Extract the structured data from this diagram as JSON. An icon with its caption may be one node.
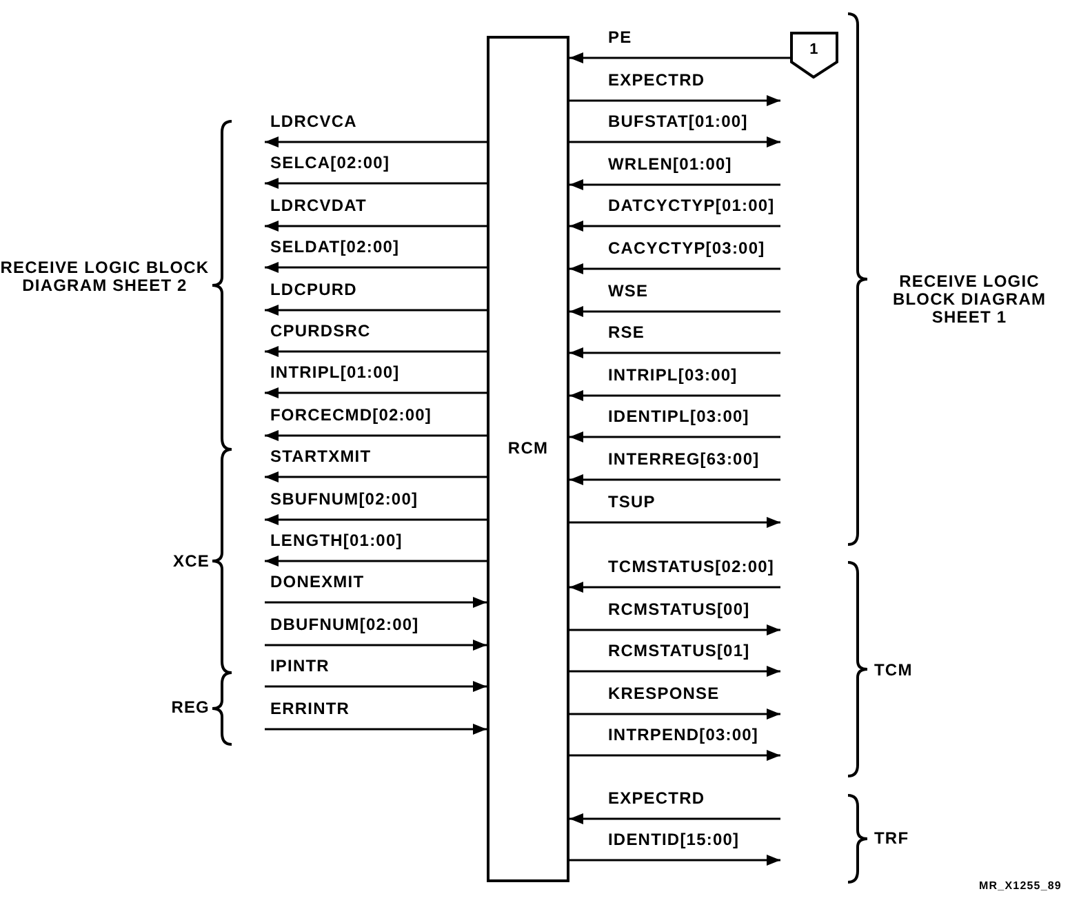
{
  "diagram": {
    "nodes": [
      {
        "text": [
          "RCM"
        ]
      },
      {
        "text": [
          "1"
        ]
      }
    ],
    "edges": [
      {
        "from": 0,
        "to": null,
        "arrow": "to",
        "label": "LDRCVCA"
      },
      {
        "from": 0,
        "to": null,
        "arrow": "to",
        "label": "SELCA[02:00]"
      },
      {
        "from": 0,
        "to": null,
        "arrow": "to",
        "label": "LDRCVDAT"
      },
      {
        "from": 0,
        "to": null,
        "arrow": "to",
        "label": "SELDAT[02:00]"
      },
      {
        "from": 0,
        "to": null,
        "arrow": "to",
        "label": "LDCPURD"
      },
      {
        "from": 0,
        "to": null,
        "arrow": "to",
        "label": "CPURDSRC"
      },
      {
        "from": 0,
        "to": null,
        "arrow": "to",
        "label": "INTRIPL[01:00]"
      },
      {
        "from": 0,
        "to": null,
        "arrow": "to",
        "label": "FORCECMD[02:00]"
      },
      {
        "from": 0,
        "to": null,
        "arrow": "to",
        "label": "STARTXMIT"
      },
      {
        "from": 0,
        "to": null,
        "arrow": "to",
        "label": "SBUFNUM[02:00]"
      },
      {
        "from": 0,
        "to": null,
        "arrow": "to",
        "label": "LENGTH[01:00]"
      },
      {
        "from": null,
        "to": 0,
        "arrow": "to",
        "label": "DONEXMIT"
      },
      {
        "from": null,
        "to": 0,
        "arrow": "to",
        "label": "DBUFNUM[02:00]"
      },
      {
        "from": null,
        "to": 0,
        "arrow": "to",
        "label": "IPINTR"
      },
      {
        "from": null,
        "to": 0,
        "arrow": "to",
        "label": "ERRINTR"
      },
      {
        "from": 1,
        "to": 0,
        "arrow": "to",
        "label": "PE"
      },
      {
        "from": 0,
        "to": null,
        "arrow": "to",
        "label": "EXPECTRD"
      },
      {
        "from": 0,
        "to": null,
        "arrow": "to",
        "label": "BUFSTAT[01:00]"
      },
      {
        "from": null,
        "to": 0,
        "arrow": "to",
        "label": "WRLEN[01:00]"
      },
      {
        "from": null,
        "to": 0,
        "arrow": "to",
        "label": "DATCYCTYP[01:00]"
      },
      {
        "from": null,
        "to": 0,
        "arrow": "to",
        "label": "CACYCTYP[03:00]"
      },
      {
        "from": null,
        "to": 0,
        "arrow": "to",
        "label": "WSE"
      },
      {
        "from": null,
        "to": 0,
        "arrow": "to",
        "label": "RSE"
      },
      {
        "from": null,
        "to": 0,
        "arrow": "to",
        "label": "INTRIPL[03:00]"
      },
      {
        "from": null,
        "to": 0,
        "arrow": "to",
        "label": "IDENTIPL[03:00]"
      },
      {
        "from": null,
        "to": 0,
        "arrow": "to",
        "label": "INTERREG[63:00]"
      },
      {
        "from": 0,
        "to": null,
        "arrow": "to",
        "label": "TSUP"
      },
      {
        "from": null,
        "to": 0,
        "arrow": "to",
        "label": "TCMSTATUS[02:00]"
      },
      {
        "from": 0,
        "to": null,
        "arrow": "to",
        "label": "RCMSTATUS[00]"
      },
      {
        "from": 0,
        "to": null,
        "arrow": "to",
        "label": "RCMSTATUS[01]"
      },
      {
        "from": 0,
        "to": null,
        "arrow": "to",
        "label": "KRESPONSE"
      },
      {
        "from": 0,
        "to": null,
        "arrow": "to",
        "label": "INTRPEND[03:00]"
      },
      {
        "from": null,
        "to": 0,
        "arrow": "to",
        "label": "EXPECTRD"
      },
      {
        "from": 0,
        "to": null,
        "arrow": "to",
        "label": "IDENTID[15:00]"
      }
    ],
    "labels": [
      "RECEIVE LOGIC BLOCK DIAGRAM SHEET 2",
      "XCE",
      "REG",
      "RECEIVE LOGIC BLOCK DIAGRAM SHEET 1",
      "TCM",
      "TRF",
      "MR_X1255_89"
    ]
  }
}
